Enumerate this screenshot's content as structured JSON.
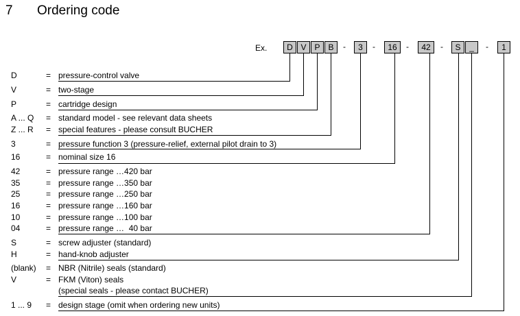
{
  "section": {
    "number": "7",
    "title": "Ordering code"
  },
  "example": {
    "prefix": "Ex.",
    "boxes": [
      "D",
      "V",
      "P",
      "B",
      "3",
      "16",
      "42",
      "S",
      "_",
      "1"
    ],
    "separator": "-"
  },
  "rows": [
    {
      "code": "D",
      "eq": "=",
      "text": "pressure-control valve"
    },
    {
      "code": "V",
      "eq": "=",
      "text": "two-stage"
    },
    {
      "code": "P",
      "eq": "=",
      "text": "cartridge design"
    },
    {
      "code": "A ... Q",
      "eq": "=",
      "text": "standard model - see relevant data sheets"
    },
    {
      "code": "Z ... R",
      "eq": "=",
      "text": "special features - please consult BUCHER"
    },
    {
      "code": "3",
      "eq": "=",
      "text": "pressure function 3 (pressure-relief, external pilot drain to 3)"
    },
    {
      "code": "16",
      "eq": "=",
      "text": "nominal size 16"
    },
    {
      "code": "42",
      "eq": "=",
      "text": "pressure range …420 bar"
    },
    {
      "code": "35",
      "eq": "=",
      "text": "pressure range …350 bar"
    },
    {
      "code": "25",
      "eq": "=",
      "text": "pressure range …250 bar"
    },
    {
      "code": "16",
      "eq": "=",
      "text": "pressure range …160 bar"
    },
    {
      "code": "10",
      "eq": "=",
      "text": "pressure range …100 bar"
    },
    {
      "code": "04",
      "eq": "=",
      "text": "pressure range …  40 bar"
    },
    {
      "code": "S",
      "eq": "=",
      "text": "screw adjuster (standard)"
    },
    {
      "code": "H",
      "eq": "=",
      "text": "hand-knob adjuster"
    },
    {
      "code": "(blank)",
      "eq": "=",
      "text": "NBR (Nitrile) seals  (standard)"
    },
    {
      "code": "V",
      "eq": "=",
      "text": "FKM (Viton) seals"
    },
    {
      "code": "",
      "eq": "",
      "text": "(special seals - please contact BUCHER)"
    },
    {
      "code": "1 ... 9",
      "eq": "=",
      "text": "design stage (omit when ordering new units)"
    }
  ]
}
